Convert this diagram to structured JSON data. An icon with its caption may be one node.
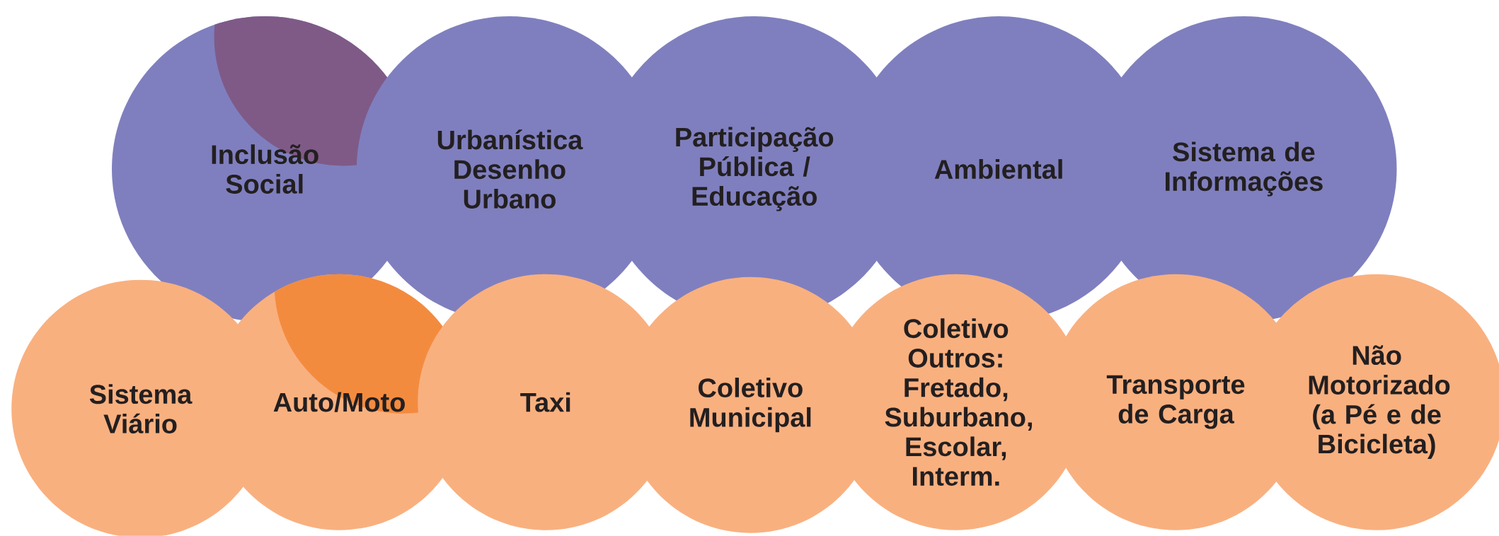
{
  "diagram": {
    "nodes": [
      {
        "text": [
          "Inclusão Social"
        ]
      },
      {
        "text": [
          "Urbanística Desenho Urbano"
        ]
      },
      {
        "text": [
          "Participação Pública / Educação"
        ]
      },
      {
        "text": [
          "Ambiental"
        ]
      },
      {
        "text": [
          "Sistema de Informações"
        ]
      },
      {
        "text": [
          "Sistema Viário"
        ]
      },
      {
        "text": [
          "Auto/Moto"
        ]
      },
      {
        "text": [
          "Taxi"
        ]
      },
      {
        "text": [
          "Coletivo Municipal"
        ]
      },
      {
        "text": [
          "Coletivo Outros: Fretado, Suburbano, Escolar, Interm."
        ]
      },
      {
        "text": [
          "Transporte de Carga"
        ]
      },
      {
        "text": [
          "Não Motorizado (a Pé e de Bicicleta)"
        ]
      }
    ]
  }
}
